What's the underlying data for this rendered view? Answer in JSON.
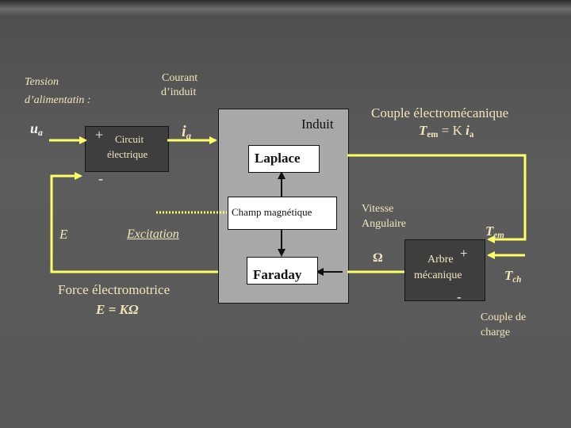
{
  "labels": {
    "tension_1": "Tension",
    "tension_2": "d’alimentatin :",
    "courant_1": "Courant",
    "courant_2": "d’induit",
    "ua": "u",
    "ua_sub": "a",
    "plus_sign": "+",
    "circuit_1": "Circuit",
    "circuit_2": "électrique",
    "ia": "i",
    "ia_sub": "a",
    "minus_sign": "-",
    "induit": "Induit",
    "couple_title": "Couple électromécanique",
    "tem_eq_t": "T",
    "tem_eq_sub": "em",
    "tem_eq_rest": " = K ",
    "tem_eq_i": "i",
    "tem_eq_isub": "a",
    "laplace": "Laplace",
    "champ": "Champ magnétique",
    "faraday": "Faraday",
    "e_label": "E",
    "excitation": "Excitation",
    "fem_1": "Force électromotrice",
    "fem_2": "E = KΩ",
    "vitesse_1": "Vitesse",
    "vitesse_2": "Angulaire",
    "omega": "Ω",
    "arbre_1": "Arbre",
    "arbre_plus": "+",
    "arbre_2": "mécanique",
    "arbre_minus": "-",
    "tem_t": "T",
    "tem_sub": "em",
    "tch_t": "T",
    "tch_sub": "ch",
    "couple_charge_1": "Couple de",
    "couple_charge_2": "charge"
  },
  "colors": {
    "wire": "#ffff66",
    "arrow": "#ffffff",
    "beige_text": "#f2e6b8"
  }
}
